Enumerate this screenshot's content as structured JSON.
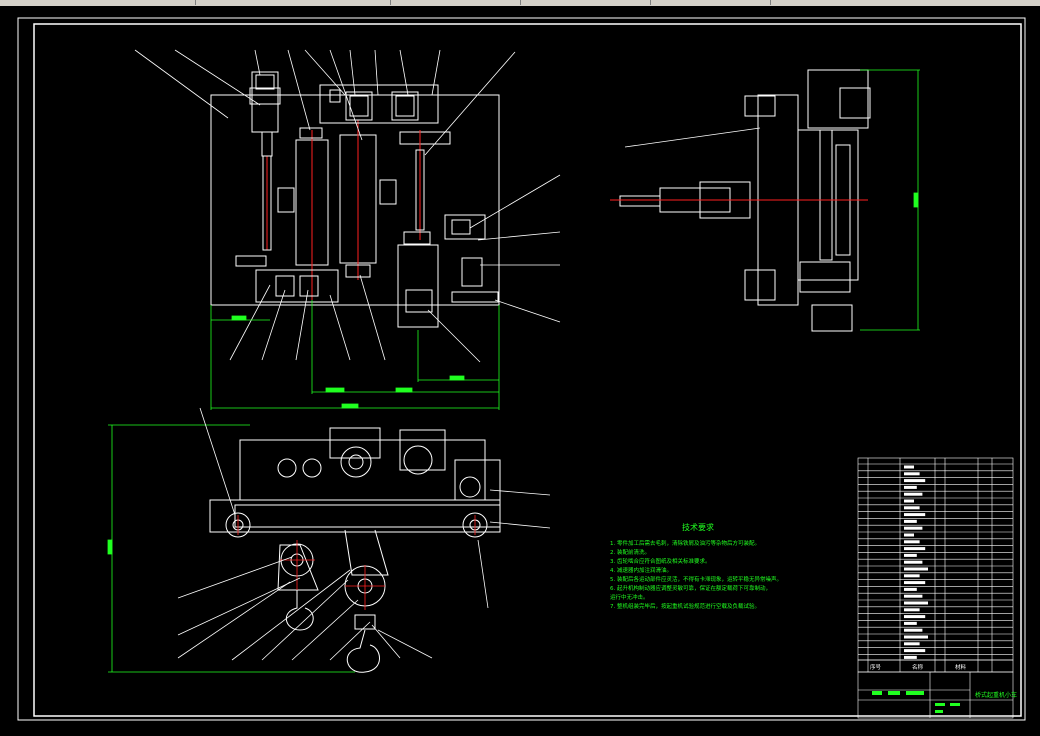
{
  "app": {
    "background_color": "#000000",
    "line_color": "#ffffff",
    "center_line_color": "#ff2020",
    "dimension_color": "#20ff20"
  },
  "notes": {
    "title": "技术要求",
    "lines": [
      "1. 零件加工后需去毛刺，清除铁屑及油污等杂物后方可装配。",
      "2. 装配前清洗。",
      "3. 齿轮啮合应符合图纸及相关标准要求。",
      "4. 减速器内加注润滑油。",
      "5. 装配后各运动部件应灵活，不得有卡滞现象，运转平稳无异常噪声。",
      "6. 起升机构制动器应调整灵敏可靠，保证在额定载荷下可靠制动，",
      "   运行中无冲击。",
      "7. 整机组装完毕后，按起重机试验规范进行空载及负载试验。"
    ]
  },
  "title_block": {
    "title": "桥式起重机小车",
    "header_labels": [
      "序号",
      "名称",
      "材料"
    ]
  }
}
